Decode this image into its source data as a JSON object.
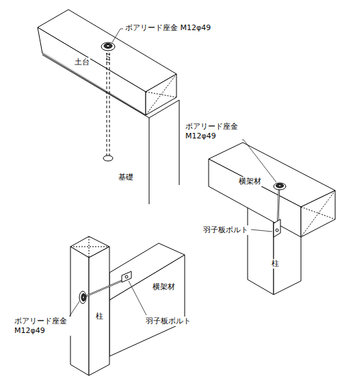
{
  "diagram": {
    "labels": [
      "ボアリード座金 M12φ49",
      "土台",
      "基礎",
      "ボアリード座金 M12φ49",
      "横架材",
      "羽子板ボルト",
      "柱",
      "ボアリード座金 M12φ49",
      "柱",
      "横架材",
      "羽子板ボルト"
    ]
  }
}
